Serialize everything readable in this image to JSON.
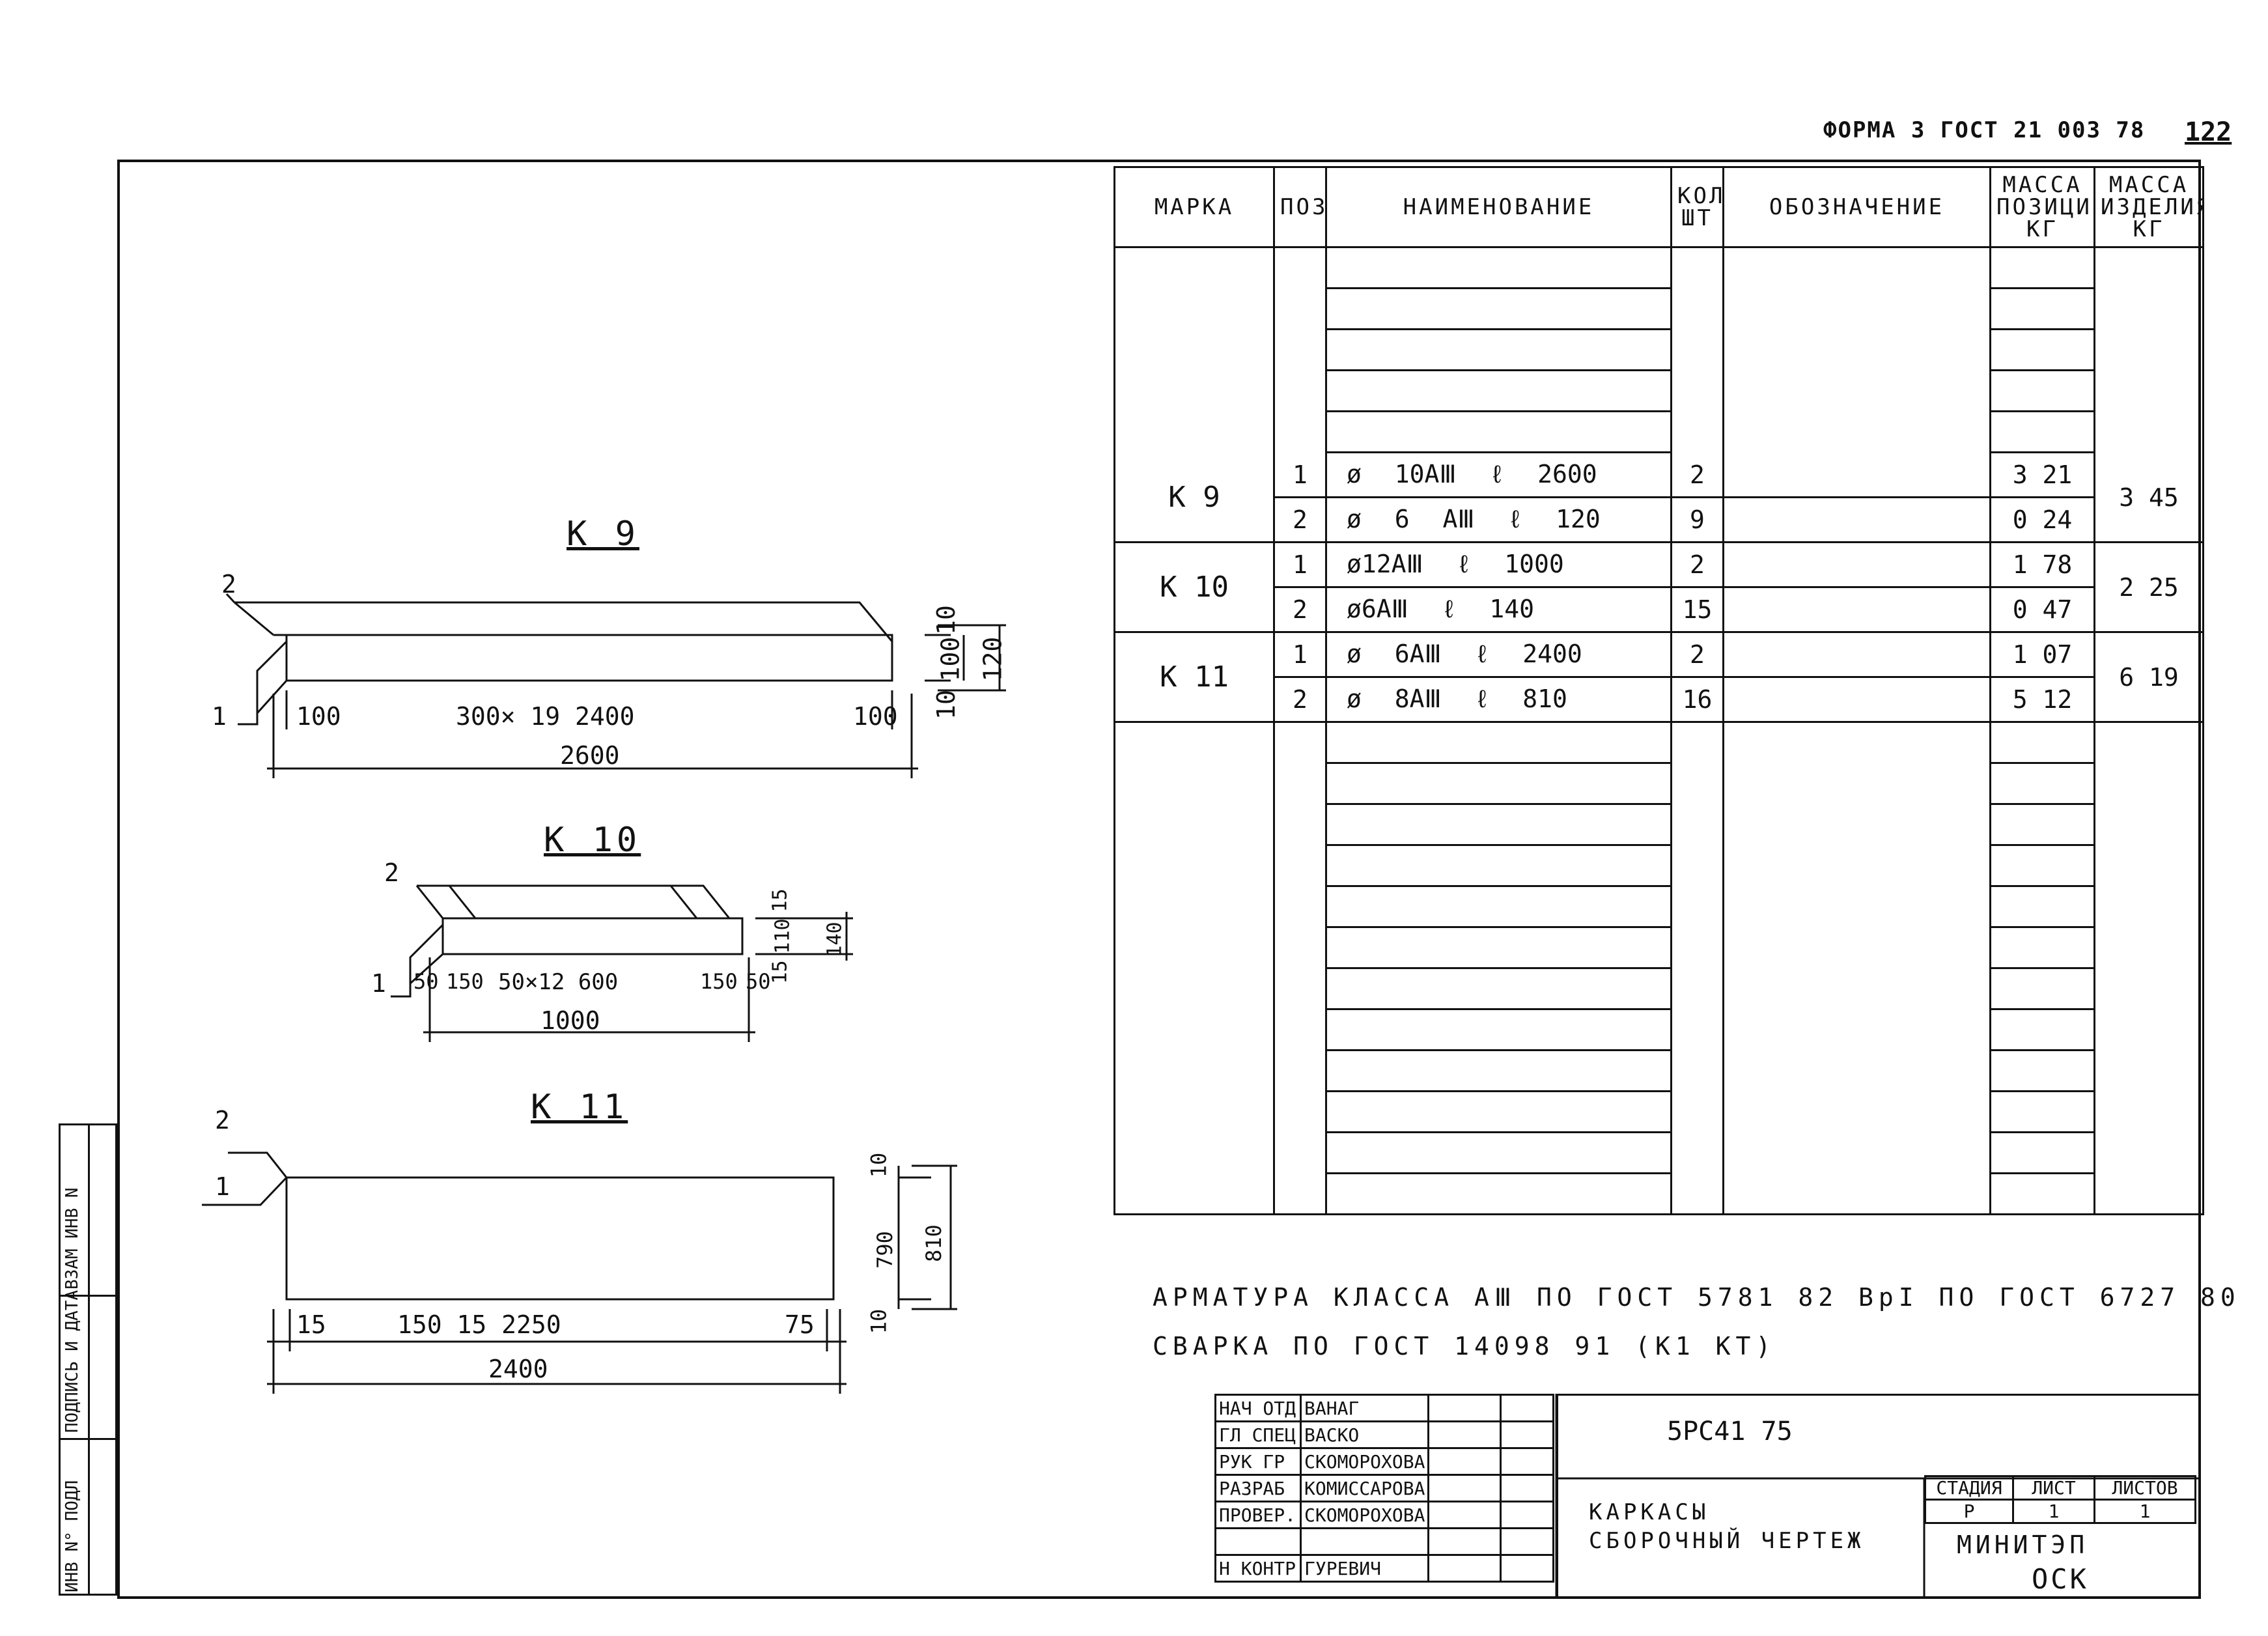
{
  "header": {
    "form": "ФОРМА 3 ГОСТ 21 003 78",
    "page": "122"
  },
  "table": {
    "columns": [
      "МАРКА",
      "ПОЗ",
      "НАИМЕНОВАНИЕ",
      "КОЛ. ШТ",
      "ОБОЗНАЧЕНИЕ",
      "МАССА ПОЗИЦИИ, КГ",
      "МАССА ИЗДЕЛИЯ, КГ"
    ],
    "items": [
      {
        "mark": "К 9",
        "pos": "1",
        "dia": "ø 10АⅢ",
        "len": "ℓ 2600",
        "qty": "2",
        "mass_pos": "3 21",
        "mass_item": "3 45"
      },
      {
        "mark": "",
        "pos": "2",
        "dia": "ø 6 АⅢ",
        "len": "ℓ 120",
        "qty": "9",
        "mass_pos": "0 24",
        "mass_item": ""
      },
      {
        "mark": "К 10",
        "pos": "1",
        "dia": "ø12АⅢ",
        "len": "ℓ 1000",
        "qty": "2",
        "mass_pos": "1 78",
        "mass_item": "2 25"
      },
      {
        "mark": "",
        "pos": "2",
        "dia": "ø6АⅢ",
        "len": "ℓ 140",
        "qty": "15",
        "mass_pos": "0 47",
        "mass_item": ""
      },
      {
        "mark": "К 11",
        "pos": "1",
        "dia": "ø 6АⅢ",
        "len": "ℓ 2400",
        "qty": "2",
        "mass_pos": "1 07",
        "mass_item": "6 19"
      },
      {
        "mark": "",
        "pos": "2",
        "dia": "ø 8АⅢ",
        "len": "ℓ 810",
        "qty": "16",
        "mass_pos": "5 12",
        "mass_item": ""
      }
    ]
  },
  "drawings": {
    "k9": {
      "title": "К 9",
      "pos1": "1",
      "pos2": "2",
      "d1": "100",
      "d2": "300× 19 2400",
      "d3": "100",
      "total": "2600",
      "v1": "10",
      "v2": "100",
      "v3": "10",
      "v4": "120"
    },
    "k10": {
      "title": "К 10",
      "pos1": "1",
      "pos2": "2",
      "d1": "50",
      "d2": "150",
      "d3": "50×12 600",
      "d4": "150",
      "d5": "50",
      "total": "1000",
      "v1": "15",
      "v2": "110",
      "v3": "15",
      "v4": "140"
    },
    "k11": {
      "title": "К 11",
      "pos1": "1",
      "pos2": "2",
      "d1": "15",
      "d2": "150 15 2250",
      "d3": "75",
      "total": "2400",
      "v1": "10",
      "v2": "790",
      "v3": "10",
      "v4": "810"
    }
  },
  "notes": {
    "line1": "АРМАТУРА КЛАССА АⅢ ПО ГОСТ 5781 82   ВрI ПО ГОСТ 6727 80",
    "line2": "СВАРКА ПО ГОСТ 14098 91 (К1 КТ)"
  },
  "stamp": {
    "rows": [
      {
        "role": "НАЧ ОТД",
        "name": "ВАНАГ"
      },
      {
        "role": "ГЛ СПЕЦ",
        "name": "ВАСКО"
      },
      {
        "role": "РУК ГР",
        "name": "СКОМОРОХОВА"
      },
      {
        "role": "РАЗРАБ",
        "name": "КОМИССАРОВА"
      },
      {
        "role": "ПРОВЕР.",
        "name": "СКОМОРОХОВА"
      },
      {
        "role": "",
        "name": ""
      },
      {
        "role": "Н КОНТР",
        "name": "ГУРЕВИЧ"
      }
    ],
    "doc": "5РС41 75",
    "title1": "КАРКАСЫ",
    "title2": "СБОРОЧНЫЙ ЧЕРТЕЖ",
    "stage_label": "СТАДИЯ",
    "sheet_label": "ЛИСТ",
    "sheets_label": "ЛИСТОВ",
    "stage": "Р",
    "sheet": "1",
    "sheets": "1",
    "org1": "МИНИТЭП",
    "org2": "ОСК"
  },
  "sidebar": {
    "f1": "ИНВ N° ПОДЛ",
    "f2": "ПОДПИСЬ И ДАТА",
    "f3": "ВЗАМ ИНВ N"
  }
}
